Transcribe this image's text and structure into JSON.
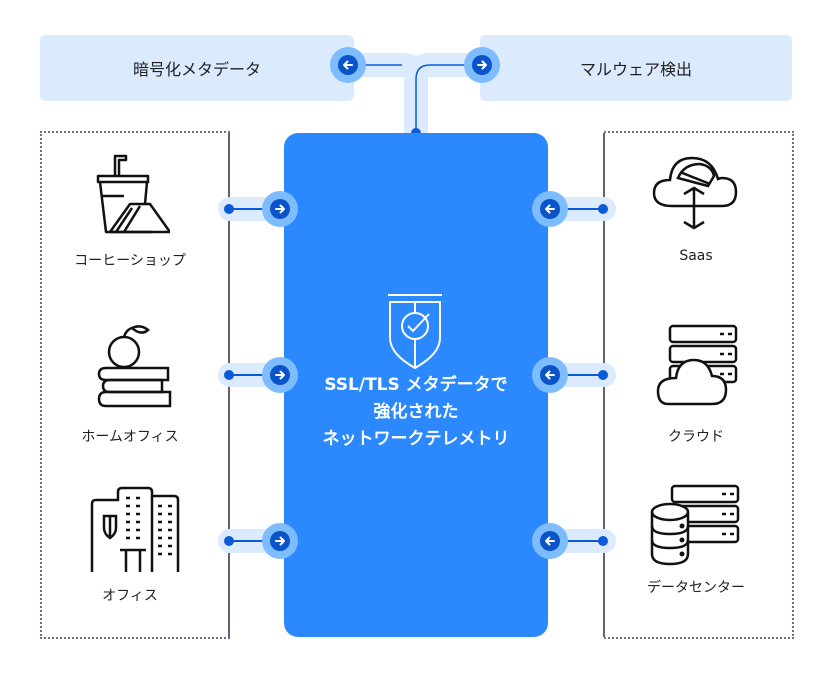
{
  "top": {
    "left_box": {
      "label": "暗号化メタデータ",
      "arrow": "arrow-left-icon"
    },
    "right_box": {
      "label": "マルウェア検出",
      "arrow": "arrow-right-icon"
    }
  },
  "center": {
    "icon": "shield-check-icon",
    "title_lines": [
      "SSL/TLS メタデータで",
      "強化された",
      "ネットワークテレメトリ"
    ]
  },
  "left_sources": [
    {
      "label": "コーヒーショップ",
      "icon": "coffee-shop-icon",
      "arrow": "arrow-right-icon"
    },
    {
      "label": "ホームオフィス",
      "icon": "home-office-icon",
      "arrow": "arrow-right-icon"
    },
    {
      "label": "オフィス",
      "icon": "office-building-icon",
      "arrow": "arrow-right-icon"
    }
  ],
  "right_sources": [
    {
      "label": "Saas",
      "icon": "saas-cloud-icon",
      "arrow": "arrow-left-icon"
    },
    {
      "label": "クラウド",
      "icon": "cloud-server-icon",
      "arrow": "arrow-left-icon"
    },
    {
      "label": "データセンター",
      "icon": "data-center-icon",
      "arrow": "arrow-left-icon"
    }
  ],
  "colors": {
    "center_blue": "#2b89fd",
    "light_blue": "#dbeafc",
    "halo_blue": "#7dbcff",
    "dark_blue": "#0a53c8"
  }
}
